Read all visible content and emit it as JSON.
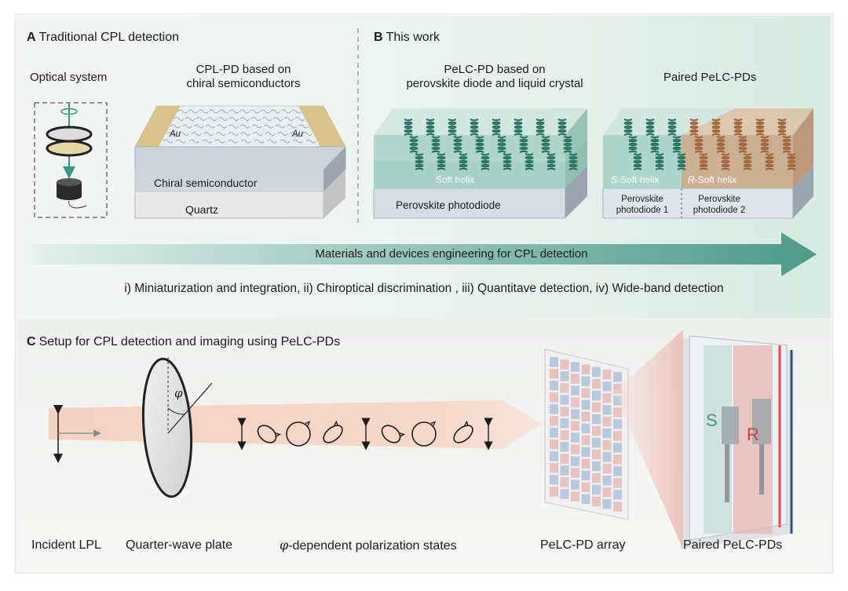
{
  "panel_a": {
    "letter": "A",
    "title": "Traditional CPL detection",
    "optical_system": "Optical system",
    "device_caption": "CPL-PD based on\nchiral semiconductors",
    "electrode_left": "Au",
    "electrode_right": "Au",
    "layer_top": "Chiral semiconductor",
    "layer_bottom": "Quartz"
  },
  "panel_b": {
    "letter": "B",
    "title": "This work",
    "device_caption": "PeLC-PD based on\nperovskite diode and liquid crystal",
    "helix_label": "Soft helix",
    "layer_label": "Perovskite photodiode",
    "paired_caption": "Paired PeLC-PDs",
    "s_helix_label_italic": "S",
    "s_helix_label": "-Soft helix",
    "r_helix_label_italic": "R",
    "r_helix_label": "-Soft helix",
    "photodiode_1": "Perovskite\nphotodiode 1",
    "photodiode_2": "Perovskite\nphotodiode 2"
  },
  "arrow_banner": {
    "text": "Materials and devices engineering for CPL detection",
    "features": "i) Miniaturization and integration, ii) Chiroptical discrimination , iii) Quantitave detection, iv) Wide-band detection"
  },
  "panel_c": {
    "letter": "C",
    "title": "Setup for CPL detection and imaging using PeLC-PDs",
    "angle_symbol": "φ",
    "label_incident": "Incident LPL",
    "label_plate": "Quarter-wave plate",
    "label_states_symbol": "φ",
    "label_states": "-dependent polarization states",
    "label_array": "PeLC-PD array",
    "label_paired": "Paired PeLC-PDs",
    "s_letter": "S",
    "r_letter": "R"
  },
  "colors": {
    "teal": "#5fa899",
    "teal_dark": "#2d7565",
    "gold": "#d8c48a",
    "orange": "#c98a4e",
    "beam": "#f6d6c6",
    "s_color": "#3a9a7a",
    "r_color": "#d23b3b"
  }
}
